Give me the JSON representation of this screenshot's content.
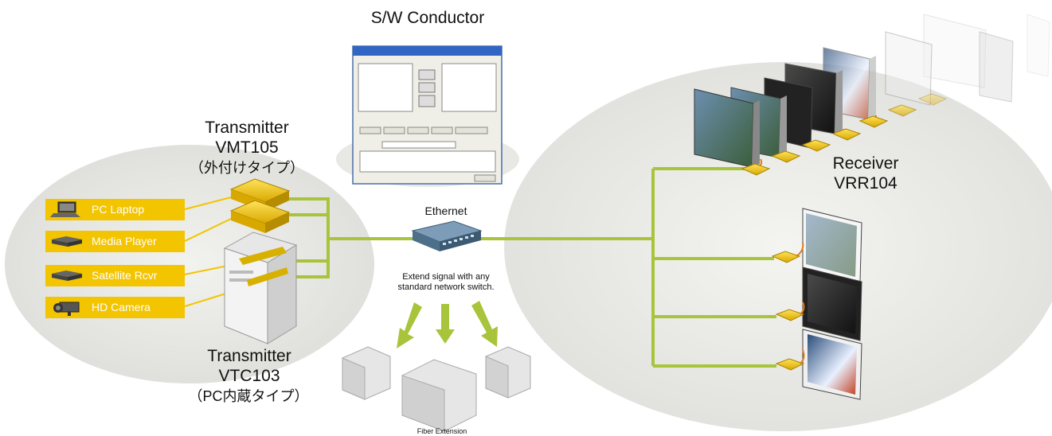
{
  "title": "S/W Conductor",
  "transmitter_ext": {
    "line1": "Transmitter",
    "line2": "VMT105",
    "line3": "（外付けタイプ）"
  },
  "transmitter_pc": {
    "line1": "Transmitter",
    "line2": "VTC103",
    "line3": "（PC内蔵タイプ）"
  },
  "receiver": {
    "line1": "Receiver",
    "line2": "VRR104"
  },
  "ethernet": {
    "label": "Ethernet",
    "note_line1": "Extend signal with any",
    "note_line2": "standard network switch."
  },
  "fiber_label": "Fiber Extension",
  "sources": [
    {
      "label": "PC Laptop",
      "icon": "laptop-icon"
    },
    {
      "label": "Media Player",
      "icon": "media-player-icon"
    },
    {
      "label": "Satellite Rcvr",
      "icon": "satellite-receiver-icon"
    },
    {
      "label": "HD Camera",
      "icon": "camera-icon"
    }
  ],
  "colors": {
    "accent": "#f3c400",
    "cable": "#a8c43a",
    "ellipse": "#e9e9e6",
    "switch": "#5a7d99"
  }
}
